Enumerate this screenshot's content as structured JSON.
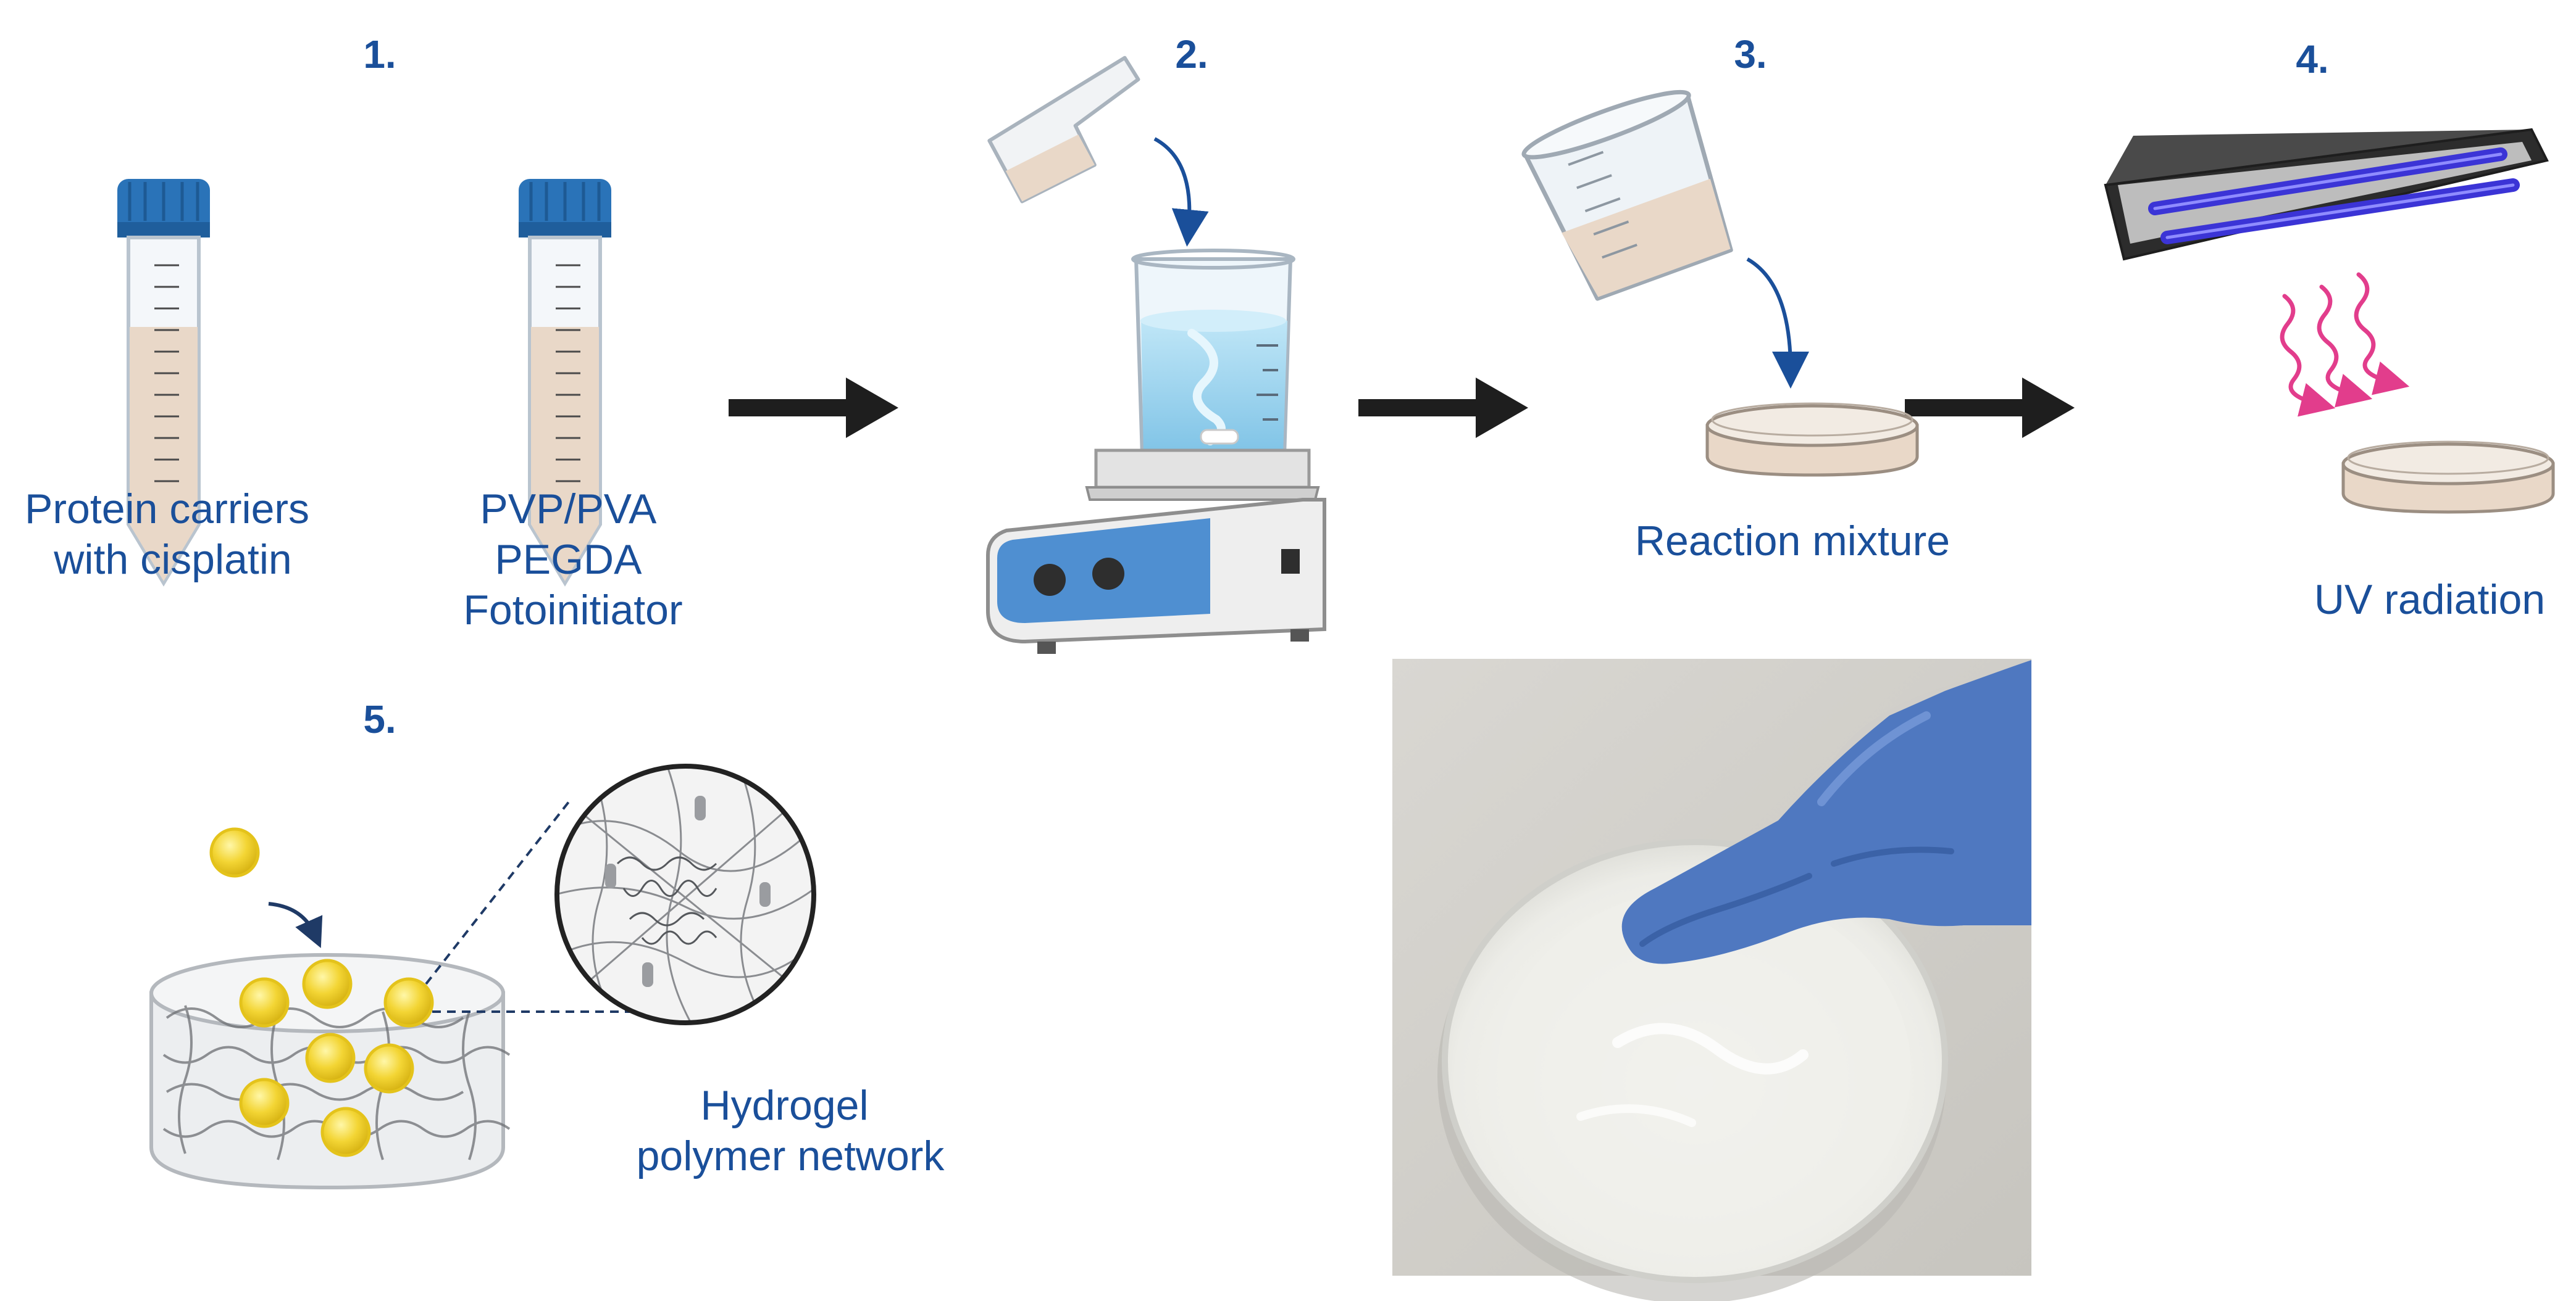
{
  "steps": {
    "s1": "1.",
    "s2": "2.",
    "s3": "3.",
    "s4": "4.",
    "s5": "5."
  },
  "labels": {
    "tube1_line1": "Protein carriers",
    "tube1_line2": "with cisplatin",
    "tube2_line1": "PVP/PVA",
    "tube2_line2": "PEGDA",
    "tube2_line3": "Fotoinitiator",
    "reaction": "Reaction mixture",
    "uv": "UV radiation",
    "hydrogel_line1": "Hydrogel",
    "hydrogel_line2": "polymer network"
  },
  "colors": {
    "text": "#1a4f9a",
    "arrow": "#1e1e1e",
    "cap": "#2a73b8",
    "liquid": "#e9d8c8",
    "water": "#9fd3ee",
    "uv_rays": "#e23d8c",
    "uv_tube": "#3b34d6",
    "bead": "#f3d534",
    "glove": "#4f78c0"
  },
  "icons": {
    "tube": "centrifuge-tube-icon",
    "flask": "erlenmeyer-flask-icon",
    "stirrer": "magnetic-stirrer-icon",
    "beaker": "measuring-beaker-icon",
    "petri": "petri-dish-icon",
    "uv_lamp": "uv-lamp-icon",
    "hydrogel": "hydrogel-disc-icon",
    "photo": "hydrogel-photo"
  }
}
